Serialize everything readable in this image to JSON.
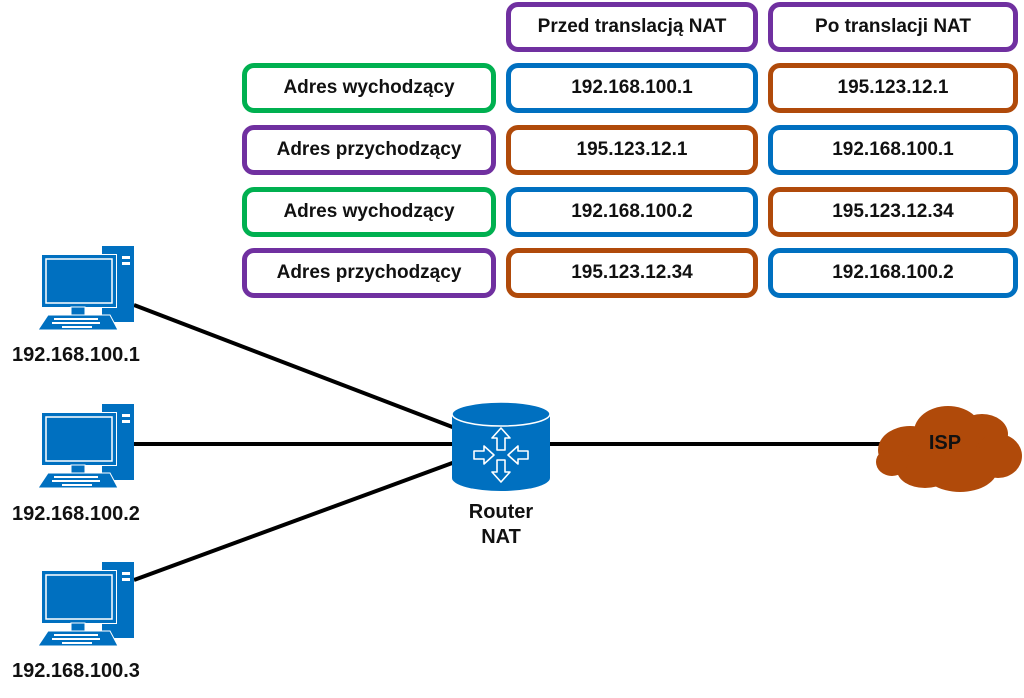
{
  "colors": {
    "label_outgoing": "#00b050",
    "label_incoming": "#7030a0",
    "header": "#7030a0",
    "private_address": "#0070c0",
    "public_address": "#b04a0a",
    "device_blue": "#0070c0",
    "isp_cloud": "#b04a0a",
    "link": "#000000"
  },
  "table": {
    "headers": [
      "Przed translacją NAT",
      "Po translacji NAT"
    ],
    "rows": [
      {
        "label": "Adres wychodzący",
        "label_type": "outgoing",
        "before": "192.168.100.1",
        "before_type": "private",
        "after": "195.123.12.1",
        "after_type": "public"
      },
      {
        "label": "Adres przychodzący",
        "label_type": "incoming",
        "before": "195.123.12.1",
        "before_type": "public",
        "after": "192.168.100.1",
        "after_type": "private"
      },
      {
        "label": "Adres wychodzący",
        "label_type": "outgoing",
        "before": "192.168.100.2",
        "before_type": "private",
        "after": "195.123.12.34",
        "after_type": "public"
      },
      {
        "label": "Adres przychodzący",
        "label_type": "incoming",
        "before": "195.123.12.34",
        "before_type": "public",
        "after": "192.168.100.2",
        "after_type": "private"
      }
    ]
  },
  "network": {
    "computers": [
      {
        "icon": "desktop-computer-icon",
        "label": "192.168.100.1"
      },
      {
        "icon": "desktop-computer-icon",
        "label": "192.168.100.2"
      },
      {
        "icon": "desktop-computer-icon",
        "label": "192.168.100.3"
      }
    ],
    "router": {
      "icon": "router-icon",
      "label_line1": "Router",
      "label_line2": "NAT"
    },
    "isp": {
      "icon": "cloud-icon",
      "label": "ISP"
    }
  }
}
